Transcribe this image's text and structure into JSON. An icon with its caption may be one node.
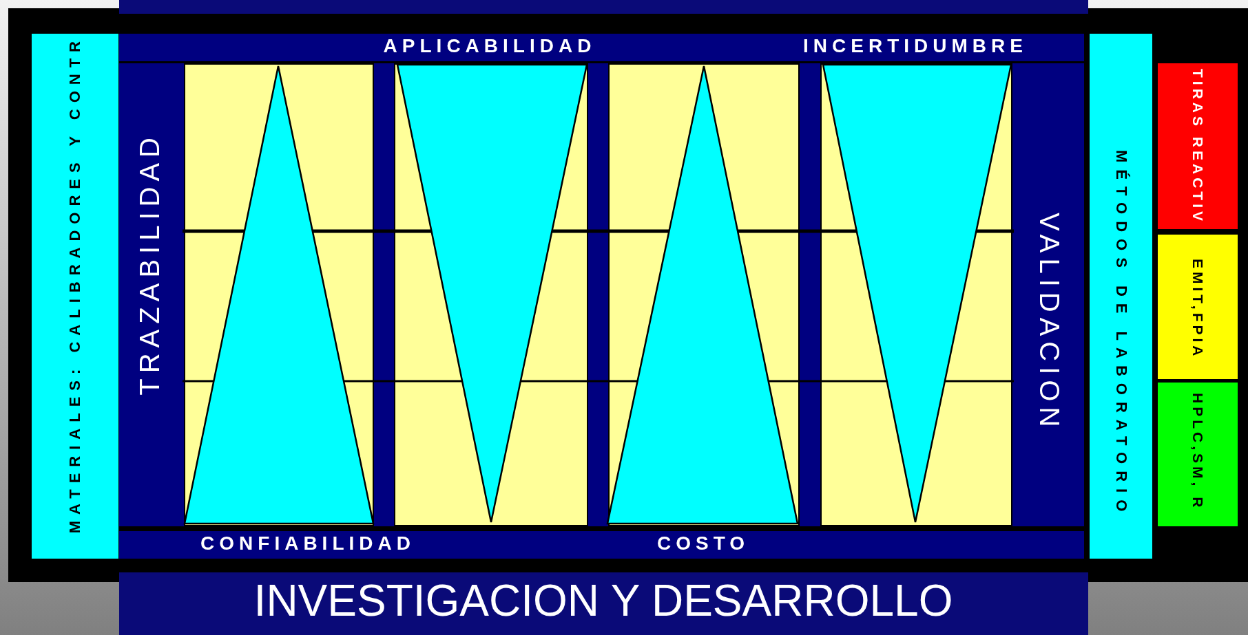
{
  "diagram": {
    "nodes": [
      {
        "text": [
          "MATERIALES: CALIBRADORES Y CONTR"
        ]
      },
      {
        "text": [
          "APLICABILIDAD",
          "INCERTIDUMBRE"
        ]
      },
      {
        "text": [
          "TRAZABILIDAD"
        ]
      },
      {
        "text": [],
        "shape": "box"
      },
      {
        "text": [],
        "shape": "triangle",
        "in": 3
      },
      {
        "text": [],
        "shape": "box"
      },
      {
        "text": [],
        "shape": "triangle",
        "in": 5
      },
      {
        "text": [],
        "shape": "box"
      },
      {
        "text": [],
        "shape": "triangle",
        "in": 7
      },
      {
        "text": [],
        "shape": "box"
      },
      {
        "text": [],
        "shape": "triangle",
        "in": 9
      },
      {
        "text": [
          "VALIDACION"
        ]
      },
      {
        "text": [
          "CONFIABILIDAD",
          "COSTO"
        ]
      },
      {
        "text": [
          "MÉTODOS DE LABORATORIO"
        ]
      },
      {
        "text": [
          "TIRAS REACTIV"
        ]
      },
      {
        "text": [
          "EMIT,FPIA"
        ]
      },
      {
        "text": [
          "HPLC,SM, R"
        ]
      },
      {
        "text": [
          "INVESTIGACION Y DESARROLLO"
        ]
      },
      {
        "text": [],
        "shape": "bar"
      }
    ],
    "edges": []
  }
}
